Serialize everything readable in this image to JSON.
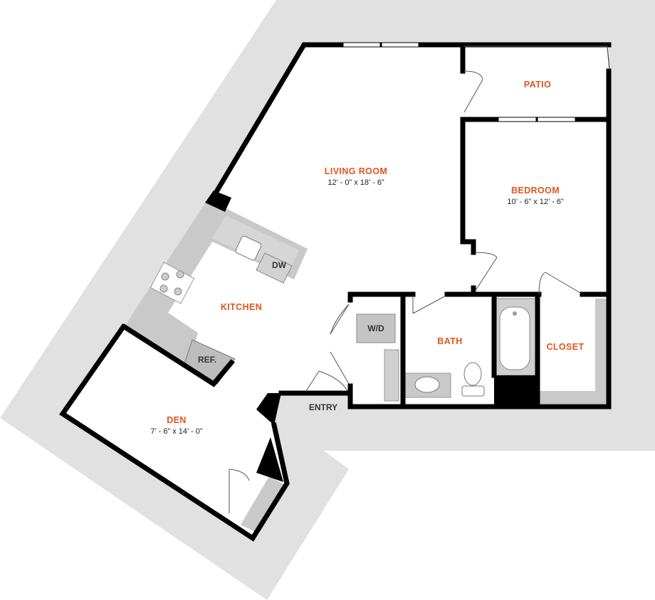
{
  "colors": {
    "background": "#ffffff",
    "site": "#e1e1e1",
    "walls": "#000000",
    "counters": "#c9c9c9",
    "room_label": "#e0561e",
    "text": "#222222"
  },
  "rooms": {
    "patio": {
      "name": "PATIO"
    },
    "living": {
      "name": "LIVING ROOM",
      "dims": "12’ - 0” x 18’ - 6”"
    },
    "bedroom": {
      "name": "BEDROOM",
      "dims": "10’ - 6” x 12’ - 6”"
    },
    "kitchen": {
      "name": "KITCHEN"
    },
    "bath": {
      "name": "BATH"
    },
    "closet": {
      "name": "CLOSET"
    },
    "den": {
      "name": "DEN",
      "dims": "7’ - 6” x 14’ - 0”"
    }
  },
  "fixtures": {
    "dishwasher": "DW",
    "refrigerator": "REF.",
    "washer_dryer": "W/D"
  },
  "labels": {
    "entry": "ENTRY"
  }
}
